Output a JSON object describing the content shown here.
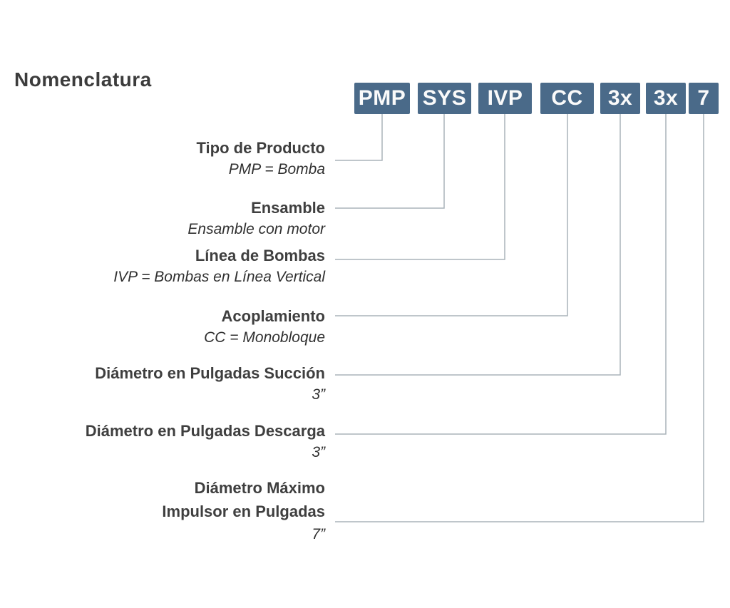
{
  "title": "Nomenclatura",
  "code": {
    "segments": [
      "PMP",
      "SYS",
      "IVP",
      "CC",
      "3x",
      "3x",
      "7"
    ]
  },
  "rows": [
    {
      "label": "Tipo de Producto",
      "value": "PMP = Bomba"
    },
    {
      "label": "Ensamble",
      "value": "Ensamble con motor"
    },
    {
      "label": "Línea de Bombas",
      "value": "IVP = Bombas en Línea Vertical"
    },
    {
      "label": "Acoplamiento",
      "value": "CC = Monobloque"
    },
    {
      "label": "Diámetro en Pulgadas Succión",
      "value": "3”"
    },
    {
      "label": "Diámetro en Pulgadas Descarga",
      "value": "3”"
    },
    {
      "label": "Diámetro Máximo",
      "label2": "Impulsor en Pulgadas",
      "value": "7”"
    }
  ],
  "colors": {
    "box_background": "#4a6a89",
    "box_text": "#fafafa",
    "heading_text": "#3f3f3f",
    "value_text": "#303030",
    "connector_line": "#aab3ba",
    "page_background": "#ffffff"
  }
}
